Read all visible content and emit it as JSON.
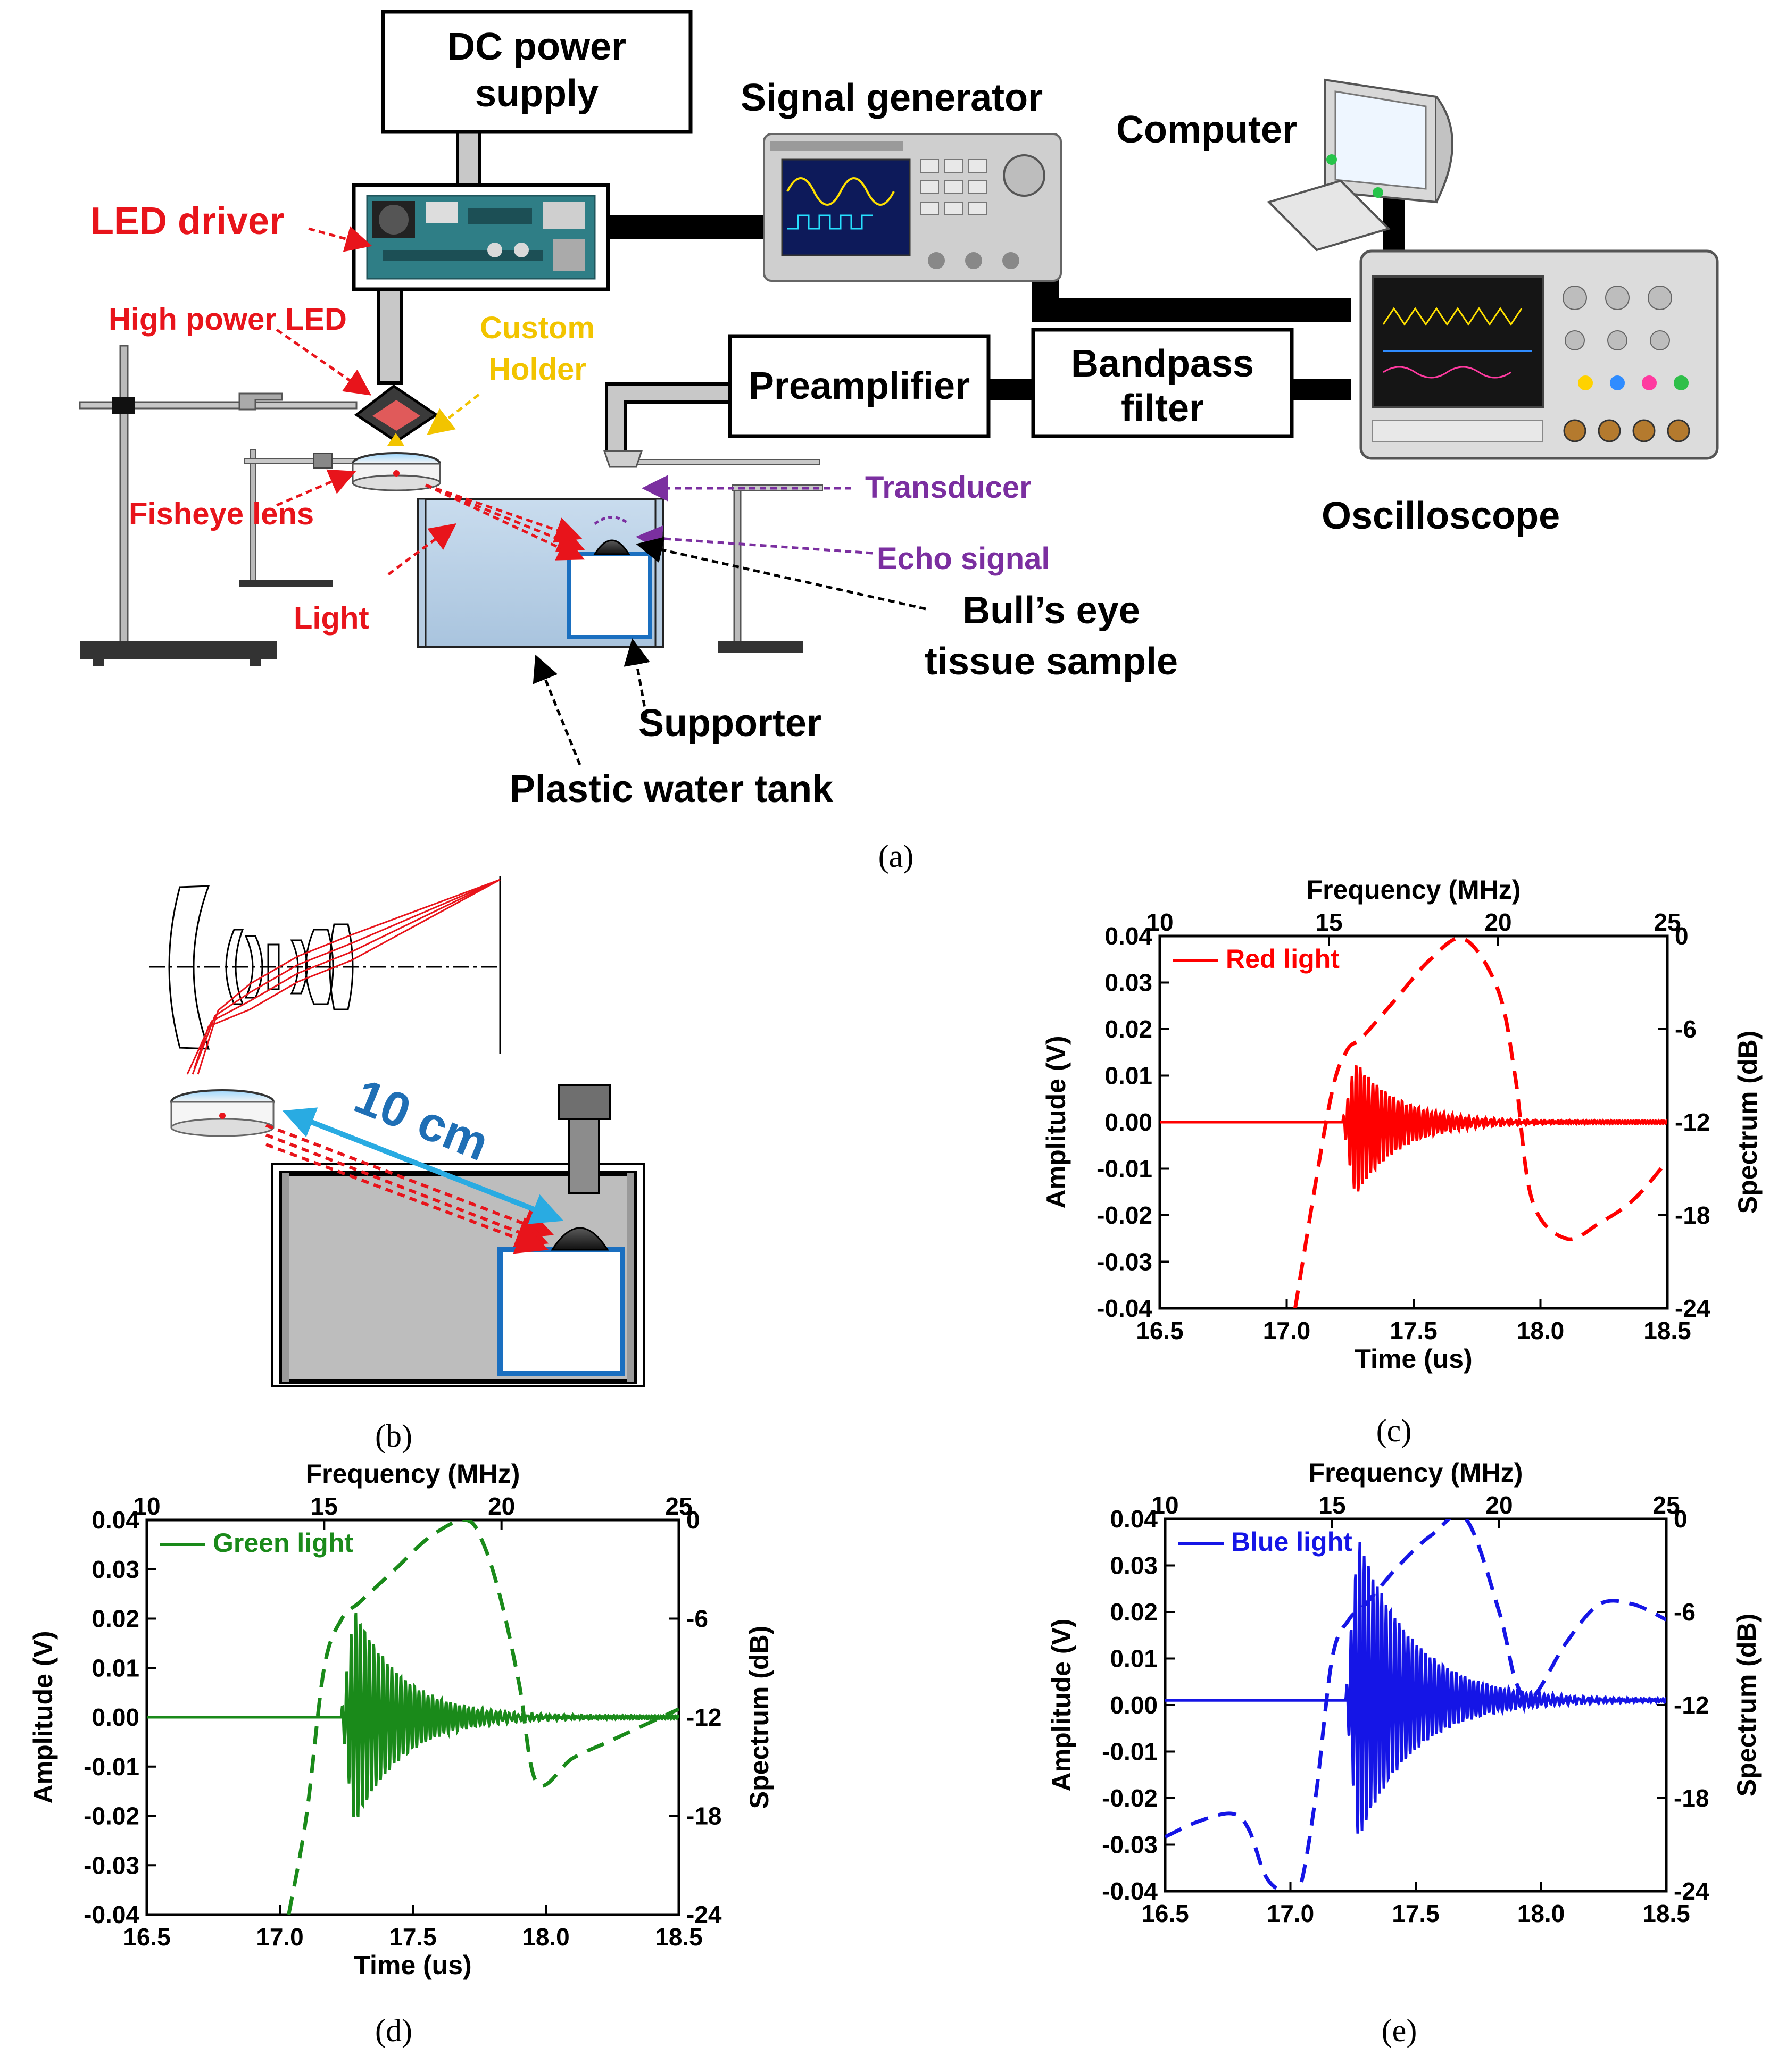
{
  "panel_a": {
    "caption": "(a)",
    "boxes": {
      "dc_power_line1": "DC power",
      "dc_power_line2": "supply",
      "preamplifier": "Preamplifier",
      "bandpass_line1": "Bandpass",
      "bandpass_line2": "filter"
    },
    "labels": {
      "signal_generator": "Signal generator",
      "computer": "Computer",
      "oscilloscope": "Oscilloscope",
      "led_driver": "LED driver",
      "high_power_led": "High power LED",
      "custom_holder_line1": "Custom",
      "custom_holder_line2": "Holder",
      "fisheye_lens": "Fisheye lens",
      "light": "Light",
      "transducer": "Transducer",
      "echo_signal": "Echo signal",
      "bulls_eye_line1": "Bull’s eye",
      "bulls_eye_line2": "tissue sample",
      "supporter": "Supporter",
      "plastic_water_tank": "Plastic water tank"
    },
    "colors": {
      "red": "#e8141b",
      "purple": "#7b2fa0",
      "yellow": "#f2c400",
      "black": "#000000"
    }
  },
  "panel_b": {
    "caption": "(b)",
    "distance_label": "10 cm",
    "colors": {
      "arrow": "#29abe2",
      "text": "#1f6fb5",
      "rays": "#e8141b"
    }
  },
  "chart_data": [
    {
      "panel": "(c)",
      "type": "line",
      "xlabel": "Time (us)",
      "x2label": "Frequency (MHz)",
      "ylabel": "Amplitude (V)",
      "y2label": "Spectrum (dB)",
      "xlim": [
        16.5,
        18.5
      ],
      "x2lim": [
        10,
        25
      ],
      "ylim": [
        -0.04,
        0.04
      ],
      "y2lim": [
        -24,
        0
      ],
      "xticks": [
        "16.5",
        "17.0",
        "17.5",
        "18.0",
        "18.5"
      ],
      "x2ticks": [
        "10",
        "15",
        "20",
        "25"
      ],
      "yticks": [
        "0.04",
        "0.03",
        "0.02",
        "0.01",
        "0.00",
        "-0.01",
        "-0.02",
        "-0.03",
        "-0.04"
      ],
      "y2ticks": [
        "0",
        "-6",
        "-12",
        "-18",
        "-24"
      ],
      "color": "#ff0000",
      "legend": "Red light",
      "signal": {
        "onset_us": 17.22,
        "peak_amp": 0.013,
        "neg_peak_amp": -0.016,
        "decay_us": 0.17,
        "period_us": 0.0165,
        "offset_v": 0.0
      },
      "spectrum": {
        "freq_mhz": [
          14.0,
          15.0,
          15.5,
          16.0,
          17.0,
          18.0,
          19.0,
          20.0,
          20.5,
          21.0,
          22.0,
          23.0,
          24.0,
          25.0
        ],
        "db": [
          -24.0,
          -11.0,
          -7.5,
          -6.5,
          -4.0,
          -1.5,
          -0.2,
          -3.5,
          -9.0,
          -17.0,
          -19.5,
          -18.5,
          -17.0,
          -14.5
        ]
      }
    },
    {
      "panel": "(d)",
      "type": "line",
      "xlabel": "Time (us)",
      "x2label": "Frequency (MHz)",
      "ylabel": "Amplitude (V)",
      "y2label": "Spectrum (dB)",
      "xlim": [
        16.5,
        18.5
      ],
      "x2lim": [
        10,
        25
      ],
      "ylim": [
        -0.04,
        0.04
      ],
      "y2lim": [
        -24,
        0
      ],
      "xticks": [
        "16.5",
        "17.0",
        "17.5",
        "18.0",
        "18.5"
      ],
      "x2ticks": [
        "10",
        "15",
        "20",
        "25"
      ],
      "yticks": [
        "0.04",
        "0.03",
        "0.02",
        "0.01",
        "0.00",
        "-0.01",
        "-0.02",
        "-0.03",
        "-0.04"
      ],
      "y2ticks": [
        "0",
        "-6",
        "-12",
        "-18",
        "-24"
      ],
      "color": "#1a8a1a",
      "legend": "Green light",
      "signal": {
        "onset_us": 17.23,
        "peak_amp": 0.022,
        "neg_peak_amp": -0.022,
        "decay_us": 0.18,
        "period_us": 0.017,
        "offset_v": 0.0
      },
      "spectrum": {
        "freq_mhz": [
          14.0,
          14.5,
          15.0,
          15.5,
          16.0,
          17.0,
          18.0,
          19.0,
          19.5,
          20.0,
          20.5,
          21.0,
          22.0,
          23.0,
          24.0,
          25.0
        ],
        "db": [
          -24.0,
          -18.0,
          -9.0,
          -6.0,
          -5.0,
          -3.0,
          -1.0,
          0.0,
          -1.5,
          -5.0,
          -10.0,
          -16.0,
          -14.5,
          -13.5,
          -12.5,
          -11.5
        ]
      }
    },
    {
      "panel": "(e)",
      "type": "line",
      "xlabel": "",
      "x2label": "Frequency (MHz)",
      "ylabel": "Amplitude (V)",
      "y2label": "Spectrum (dB)",
      "xlim": [
        16.5,
        18.5
      ],
      "x2lim": [
        10,
        25
      ],
      "ylim": [
        -0.04,
        0.04
      ],
      "y2lim": [
        -24,
        0
      ],
      "xticks": [
        "16.5",
        "17.0",
        "17.5",
        "18.0",
        "18.5"
      ],
      "x2ticks": [
        "10",
        "15",
        "20",
        "25"
      ],
      "yticks": [
        "0.04",
        "0.03",
        "0.02",
        "0.01",
        "0.00",
        "-0.01",
        "-0.02",
        "-0.03",
        "-0.04"
      ],
      "y2ticks": [
        "0",
        "-6",
        "-12",
        "-18",
        "-24"
      ],
      "color": "#1515e6",
      "legend": "Blue light",
      "signal": {
        "onset_us": 17.22,
        "peak_amp": 0.035,
        "neg_peak_amp": -0.03,
        "decay_us": 0.22,
        "period_us": 0.0175,
        "offset_v": 0.001
      },
      "spectrum": {
        "freq_mhz": [
          10.0,
          11.0,
          12.0,
          12.5,
          13.0,
          13.5,
          14.0,
          14.5,
          15.0,
          15.5,
          16.0,
          17.0,
          18.0,
          19.0,
          20.0,
          20.5,
          21.0,
          22.0,
          23.0,
          24.0,
          25.0
        ],
        "db": [
          -20.5,
          -19.5,
          -19.0,
          -20.0,
          -23.0,
          -24.0,
          -24.0,
          -18.0,
          -9.0,
          -6.5,
          -5.5,
          -3.0,
          -1.0,
          0.0,
          -6.0,
          -10.5,
          -11.5,
          -8.0,
          -5.5,
          -5.5,
          -6.5
        ]
      }
    }
  ],
  "captions": {
    "c": "(c)",
    "d": "(d)",
    "e": "(e)"
  }
}
